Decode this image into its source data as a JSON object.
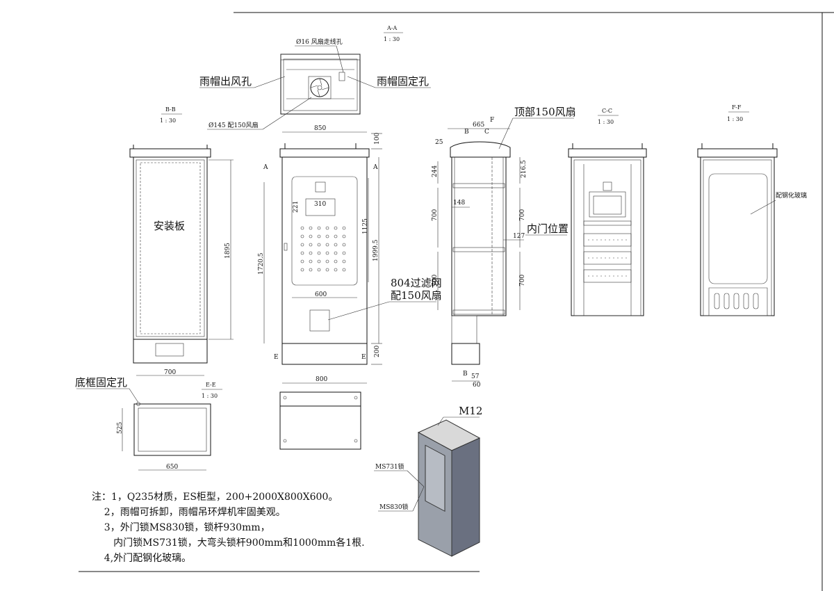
{
  "sections": {
    "aa": {
      "name": "A-A",
      "scale": "1 : 30"
    },
    "bb": {
      "name": "B-B",
      "scale": "1 : 30"
    },
    "cc": {
      "name": "C-C",
      "scale": "1 : 30"
    },
    "ee": {
      "name": "E-E",
      "scale": "1 : 30"
    },
    "ff": {
      "name": "F-F",
      "scale": "1 : 30"
    }
  },
  "labels": {
    "fan_wire_hole": "Ø16 风扇走线孔",
    "rain_outlet": "雨帽出风孔",
    "rain_fix_hole": "雨帽固定孔",
    "fan145": "Ø145 配150风扇",
    "top_fan": "顶部150风扇",
    "mount_plate": "安装板",
    "inner_door": "内门位置",
    "filter_1": "804过滤网",
    "filter_2": "配150风扇",
    "base_fix_hole": "底框固定孔",
    "tempered_glass": "配钢化玻璃",
    "m12": "M12",
    "ms731": "MS731锁",
    "ms830": "MS830锁",
    "marker_a": "A",
    "marker_b": "B",
    "marker_c": "C",
    "marker_e": "E",
    "marker_f": "F"
  },
  "dims": {
    "d850": "850",
    "d100": "100",
    "d1895": "1895",
    "d700a": "700",
    "d1720": "1720.5",
    "d1999": "1999.5",
    "d1125": "1125",
    "d310": "310",
    "d221": "221",
    "d600": "600",
    "d800": "800",
    "d200": "200",
    "d525": "525",
    "d650": "650",
    "d665": "665",
    "d25": "25",
    "d244": "244",
    "d216": "216.5",
    "d700b": "700",
    "d700c": "700",
    "d700d": "700",
    "d700e": "700",
    "d148": "148",
    "d127": "127",
    "d57": "57",
    "d60": "60"
  },
  "notes": [
    "注：1，Q235材质，ES柜型，200+2000X800X600。",
    "    2，雨帽可拆卸，雨帽吊环焊机牢固美观。",
    "    3，外门锁MS830锁，锁杆930mm，",
    "       内门锁MS731锁，大弯头锁杆900mm和1000mm各1根.",
    "    4,外门配钢化玻璃。"
  ]
}
